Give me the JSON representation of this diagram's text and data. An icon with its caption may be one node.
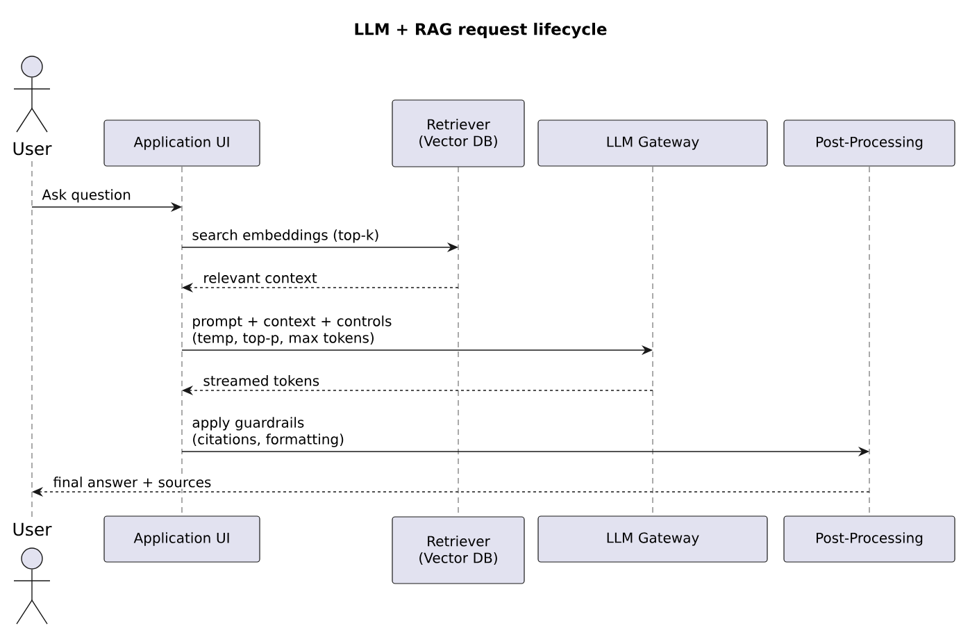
{
  "diagram": {
    "title": "LLM + RAG request lifecycle",
    "nodes": [
      {
        "text": [
          "User"
        ]
      },
      {
        "text": [
          "Application UI"
        ]
      },
      {
        "text": [
          "Retriever (Vector DB)"
        ]
      },
      {
        "text": [
          "LLM Gateway"
        ]
      },
      {
        "text": [
          "Post-Processing"
        ]
      },
      {
        "text": [],
        "shape": "line"
      },
      {
        "text": [],
        "shape": "line"
      },
      {
        "text": [],
        "shape": "line"
      },
      {
        "text": [],
        "shape": "line"
      },
      {
        "text": [],
        "shape": "line"
      },
      {
        "text": [
          "User"
        ]
      },
      {
        "text": [
          "Application UI"
        ]
      },
      {
        "text": [
          "Retriever (Vector DB)"
        ]
      },
      {
        "text": [
          "LLM Gateway"
        ]
      },
      {
        "text": [
          "Post-Processing"
        ]
      }
    ],
    "edges": [
      {
        "from": 5,
        "to": 6,
        "arrow": "to",
        "label": "Ask question"
      },
      {
        "from": 6,
        "to": 7,
        "arrow": "to",
        "label": "search embeddings (top-k)"
      },
      {
        "from": 7,
        "to": 6,
        "arrow": "to",
        "label": "relevant context",
        "style": "dashed"
      },
      {
        "from": 6,
        "to": 8,
        "arrow": "to",
        "label": "prompt + context + controls (temp, top-p, max tokens)"
      },
      {
        "from": 8,
        "to": 6,
        "arrow": "to",
        "label": "streamed tokens",
        "style": "dashed"
      },
      {
        "from": 6,
        "to": 9,
        "arrow": "to",
        "label": "apply guardrails (citations, formatting)"
      },
      {
        "from": 9,
        "to": 5,
        "arrow": "to",
        "label": "final answer + sources",
        "style": "dashed"
      }
    ]
  }
}
